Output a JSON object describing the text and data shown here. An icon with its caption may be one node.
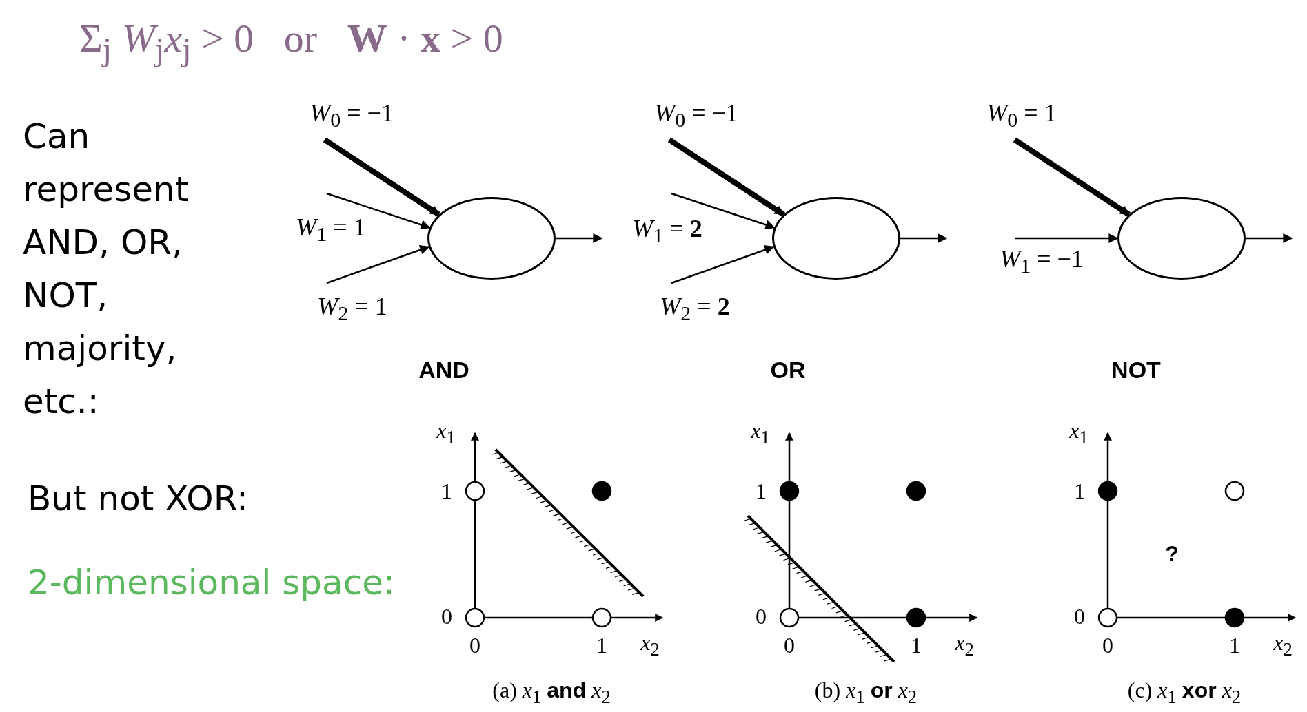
{
  "diagram": {
    "title": "Σ$_{j}$ *W*$_{j}$*x*$_{j}$ > 0   or   **W** · **x** > 0",
    "nodes": [
      {
        "text": [],
        "shape": "ellipse"
      },
      {
        "text": [],
        "shape": "ellipse"
      },
      {
        "text": [],
        "shape": "ellipse"
      }
    ],
    "edges": [
      {
        "from": null,
        "to": 0,
        "arrow": "to",
        "label": "*W*$_{0}$ = −1",
        "style": "thick"
      },
      {
        "from": null,
        "to": 0,
        "arrow": "to",
        "label": "*W*$_{1}$ = 1"
      },
      {
        "from": null,
        "to": 0,
        "arrow": "to",
        "label": "*W*$_{2}$ = 1"
      },
      {
        "from": 0,
        "to": null,
        "arrow": "to"
      },
      {
        "from": null,
        "to": 1,
        "arrow": "to",
        "label": "*W*$_{0}$ = −1",
        "style": "thick"
      },
      {
        "from": null,
        "to": 1,
        "arrow": "to",
        "label": "*W*$_{1}$ = **2**"
      },
      {
        "from": null,
        "to": 1,
        "arrow": "to",
        "label": "*W*$_{2}$ = **2**"
      },
      {
        "from": 1,
        "to": null,
        "arrow": "to"
      },
      {
        "from": null,
        "to": 2,
        "arrow": "to",
        "label": "*W*$_{0}$ = 1",
        "style": "thick"
      },
      {
        "from": null,
        "to": 2,
        "arrow": "to",
        "label": "*W*$_{1}$ = −1"
      },
      {
        "from": 2,
        "to": null,
        "arrow": "to"
      }
    ],
    "labels": [
      "Can represent AND, OR, NOT, majority, etc.:",
      "But not XOR:",
      "2-dimensional space:",
      "AND",
      "OR",
      "NOT",
      "*x*$_{1}$",
      "1",
      "0",
      "0",
      "1",
      "*x*$_{2}$",
      "(a) *x*$_{1}$ **and** *x*$_{2}$",
      "*x*$_{1}$",
      "1",
      "0",
      "0",
      "1",
      "*x*$_{2}$",
      "(b) *x*$_{1}$ **or** *x*$_{2}$",
      "*x*$_{1}$",
      "1",
      "0",
      "0",
      "1",
      "*x*$_{2}$",
      "(c) *x*$_{1}$ **xor** *x*$_{2}$",
      "?"
    ]
  }
}
